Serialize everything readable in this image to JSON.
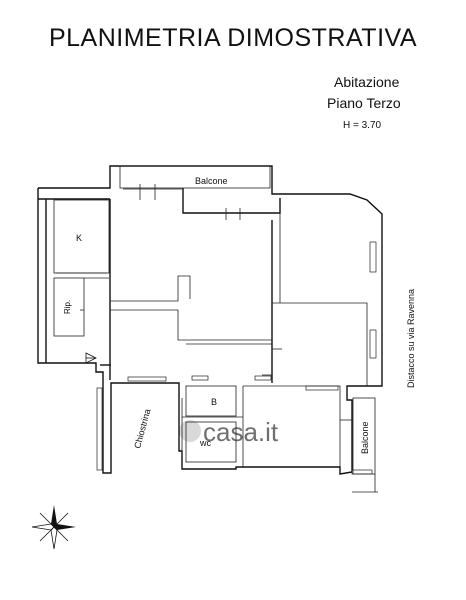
{
  "header": {
    "title": "PLANIMETRIA DIMOSTRATIVA",
    "type": "Abitazione",
    "floor": "Piano Terzo",
    "height": "H = 3.70"
  },
  "rooms": {
    "balcone_top": "Balcone",
    "kitchen": "K",
    "storage": "Rip.",
    "bathroom": "B",
    "wc": "wc",
    "courtyard": "Chiostrina",
    "balcone_right": "Balcone"
  },
  "annotations": {
    "street_distance": "Distacco su via Ravenna"
  },
  "watermark": "casa.it",
  "icons": [
    "compass-rose-icon",
    "entrance-arrow-icon"
  ]
}
